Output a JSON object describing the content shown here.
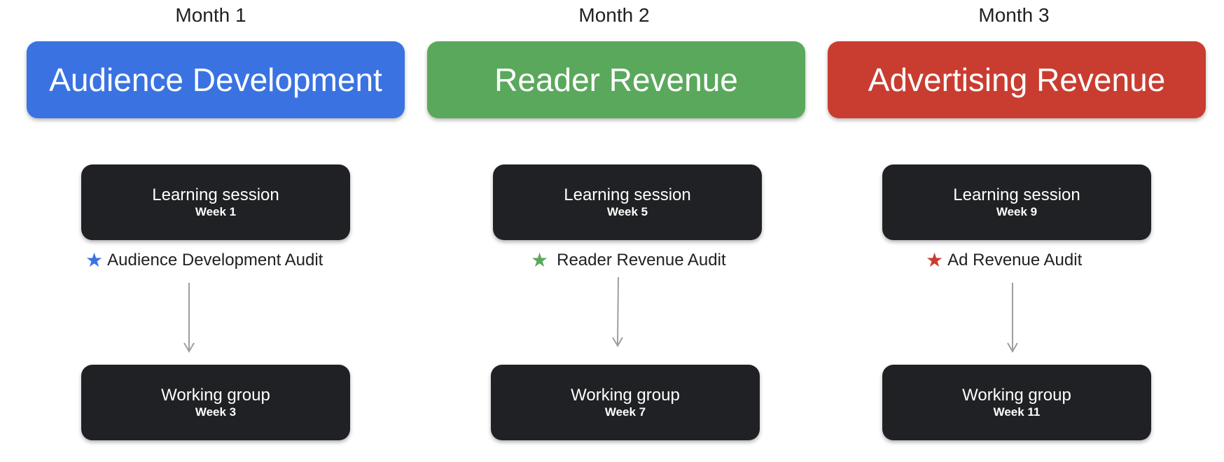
{
  "colors": {
    "audience": "#3a73e1",
    "reader": "#5aa85c",
    "advertising": "#c93d31",
    "box": "#202124",
    "arrow": "#9e9e9e"
  },
  "columns": [
    {
      "month": "Month 1",
      "banner": "Audience Development",
      "learning": {
        "title": "Learning session",
        "week": "Week 1"
      },
      "audit": {
        "icon": "star-icon",
        "label": "Audience Development Audit"
      },
      "working": {
        "title": "Working group",
        "week": "Week 3"
      }
    },
    {
      "month": "Month 2",
      "banner": "Reader Revenue",
      "learning": {
        "title": "Learning session",
        "week": "Week 5"
      },
      "audit": {
        "icon": "star-icon",
        "label": "Reader Revenue Audit"
      },
      "working": {
        "title": "Working group",
        "week": "Week 7"
      }
    },
    {
      "month": "Month 3",
      "banner": "Advertising Revenue",
      "learning": {
        "title": "Learning session",
        "week": "Week 9"
      },
      "audit": {
        "icon": "star-icon",
        "label": "Ad Revenue Audit"
      },
      "working": {
        "title": "Working group",
        "week": "Week 11"
      }
    }
  ]
}
